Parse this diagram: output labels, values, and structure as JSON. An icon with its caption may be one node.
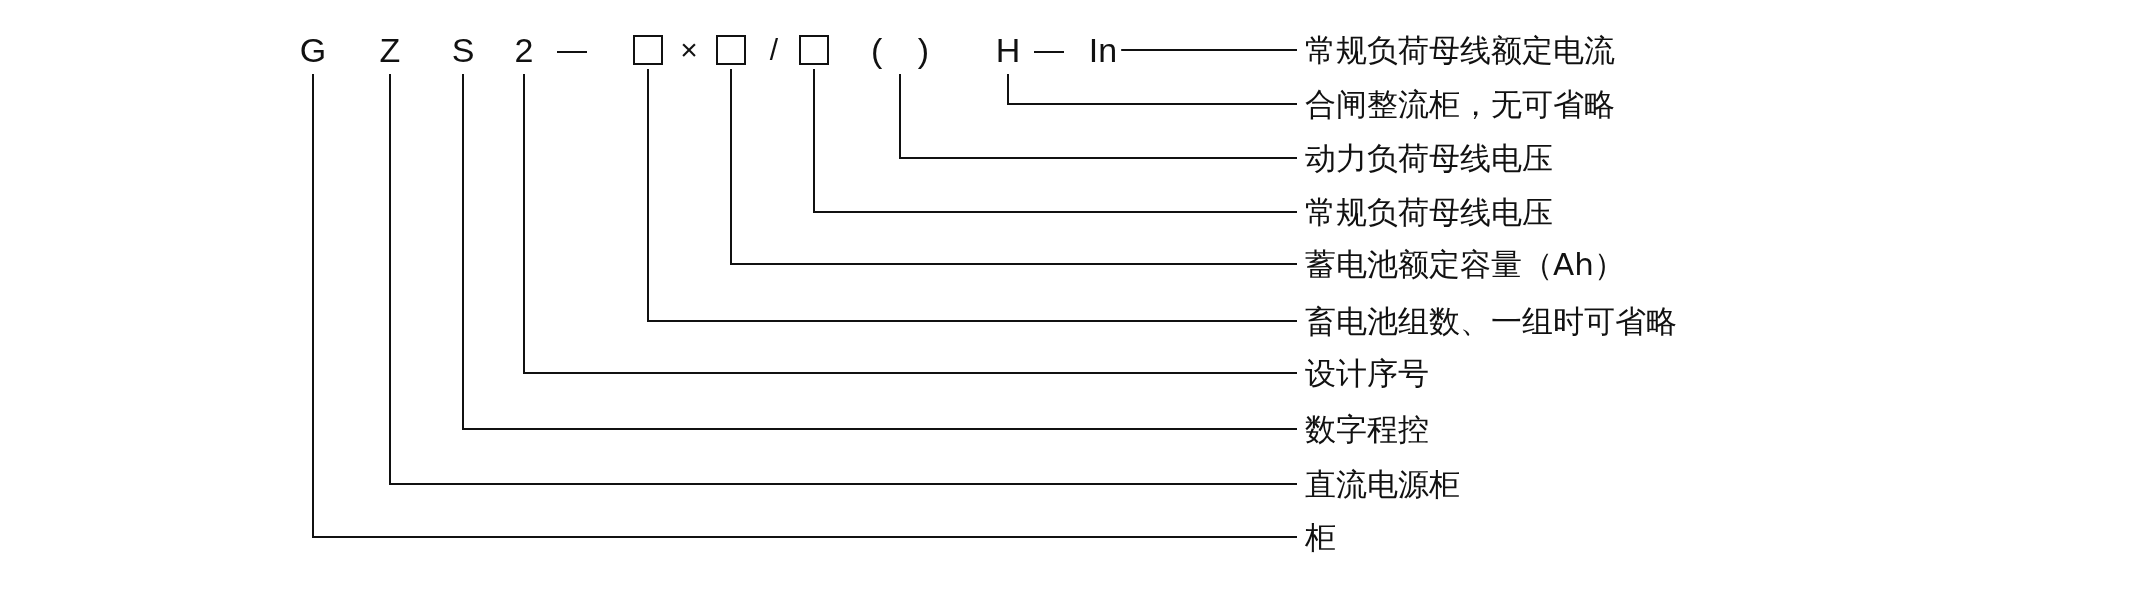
{
  "diagram": {
    "nodes": [
      {
        "text": [
          "G"
        ]
      },
      {
        "text": [
          "Z"
        ]
      },
      {
        "text": [
          "S"
        ]
      },
      {
        "text": [
          "2"
        ]
      },
      {
        "text": [],
        "shape": "box"
      },
      {
        "text": [],
        "shape": "box"
      },
      {
        "text": [],
        "shape": "box"
      },
      {
        "text": [
          "( )"
        ]
      },
      {
        "text": [
          "H"
        ]
      },
      {
        "text": [
          "In"
        ]
      },
      {
        "text": [
          "常规负荷母线额定电流"
        ]
      },
      {
        "text": [
          "合闸整流柜，无可省略"
        ]
      },
      {
        "text": [
          "动力负荷母线电压"
        ]
      },
      {
        "text": [
          "常规负荷母线电压"
        ]
      },
      {
        "text": [
          "蓄电池额定容量（Ah）"
        ]
      },
      {
        "text": [
          "畜电池组数、一组时可省略"
        ]
      },
      {
        "text": [
          "设计序号"
        ]
      },
      {
        "text": [
          "数字程控"
        ]
      },
      {
        "text": [
          "直流电源柜"
        ]
      },
      {
        "text": [
          "柜"
        ]
      }
    ],
    "edges": [
      {
        "from": 9,
        "to": 10,
        "arrow": "none"
      },
      {
        "from": 8,
        "to": 11,
        "arrow": "none"
      },
      {
        "from": 7,
        "to": 12,
        "arrow": "none"
      },
      {
        "from": 6,
        "to": 13,
        "arrow": "none"
      },
      {
        "from": 5,
        "to": 14,
        "arrow": "none"
      },
      {
        "from": 4,
        "to": 15,
        "arrow": "none"
      },
      {
        "from": 3,
        "to": 16,
        "arrow": "none"
      },
      {
        "from": 2,
        "to": 17,
        "arrow": "none"
      },
      {
        "from": 1,
        "to": 18,
        "arrow": "none"
      },
      {
        "from": 0,
        "to": 19,
        "arrow": "none"
      }
    ],
    "labels": [
      "—",
      "×",
      "/",
      "—"
    ]
  }
}
